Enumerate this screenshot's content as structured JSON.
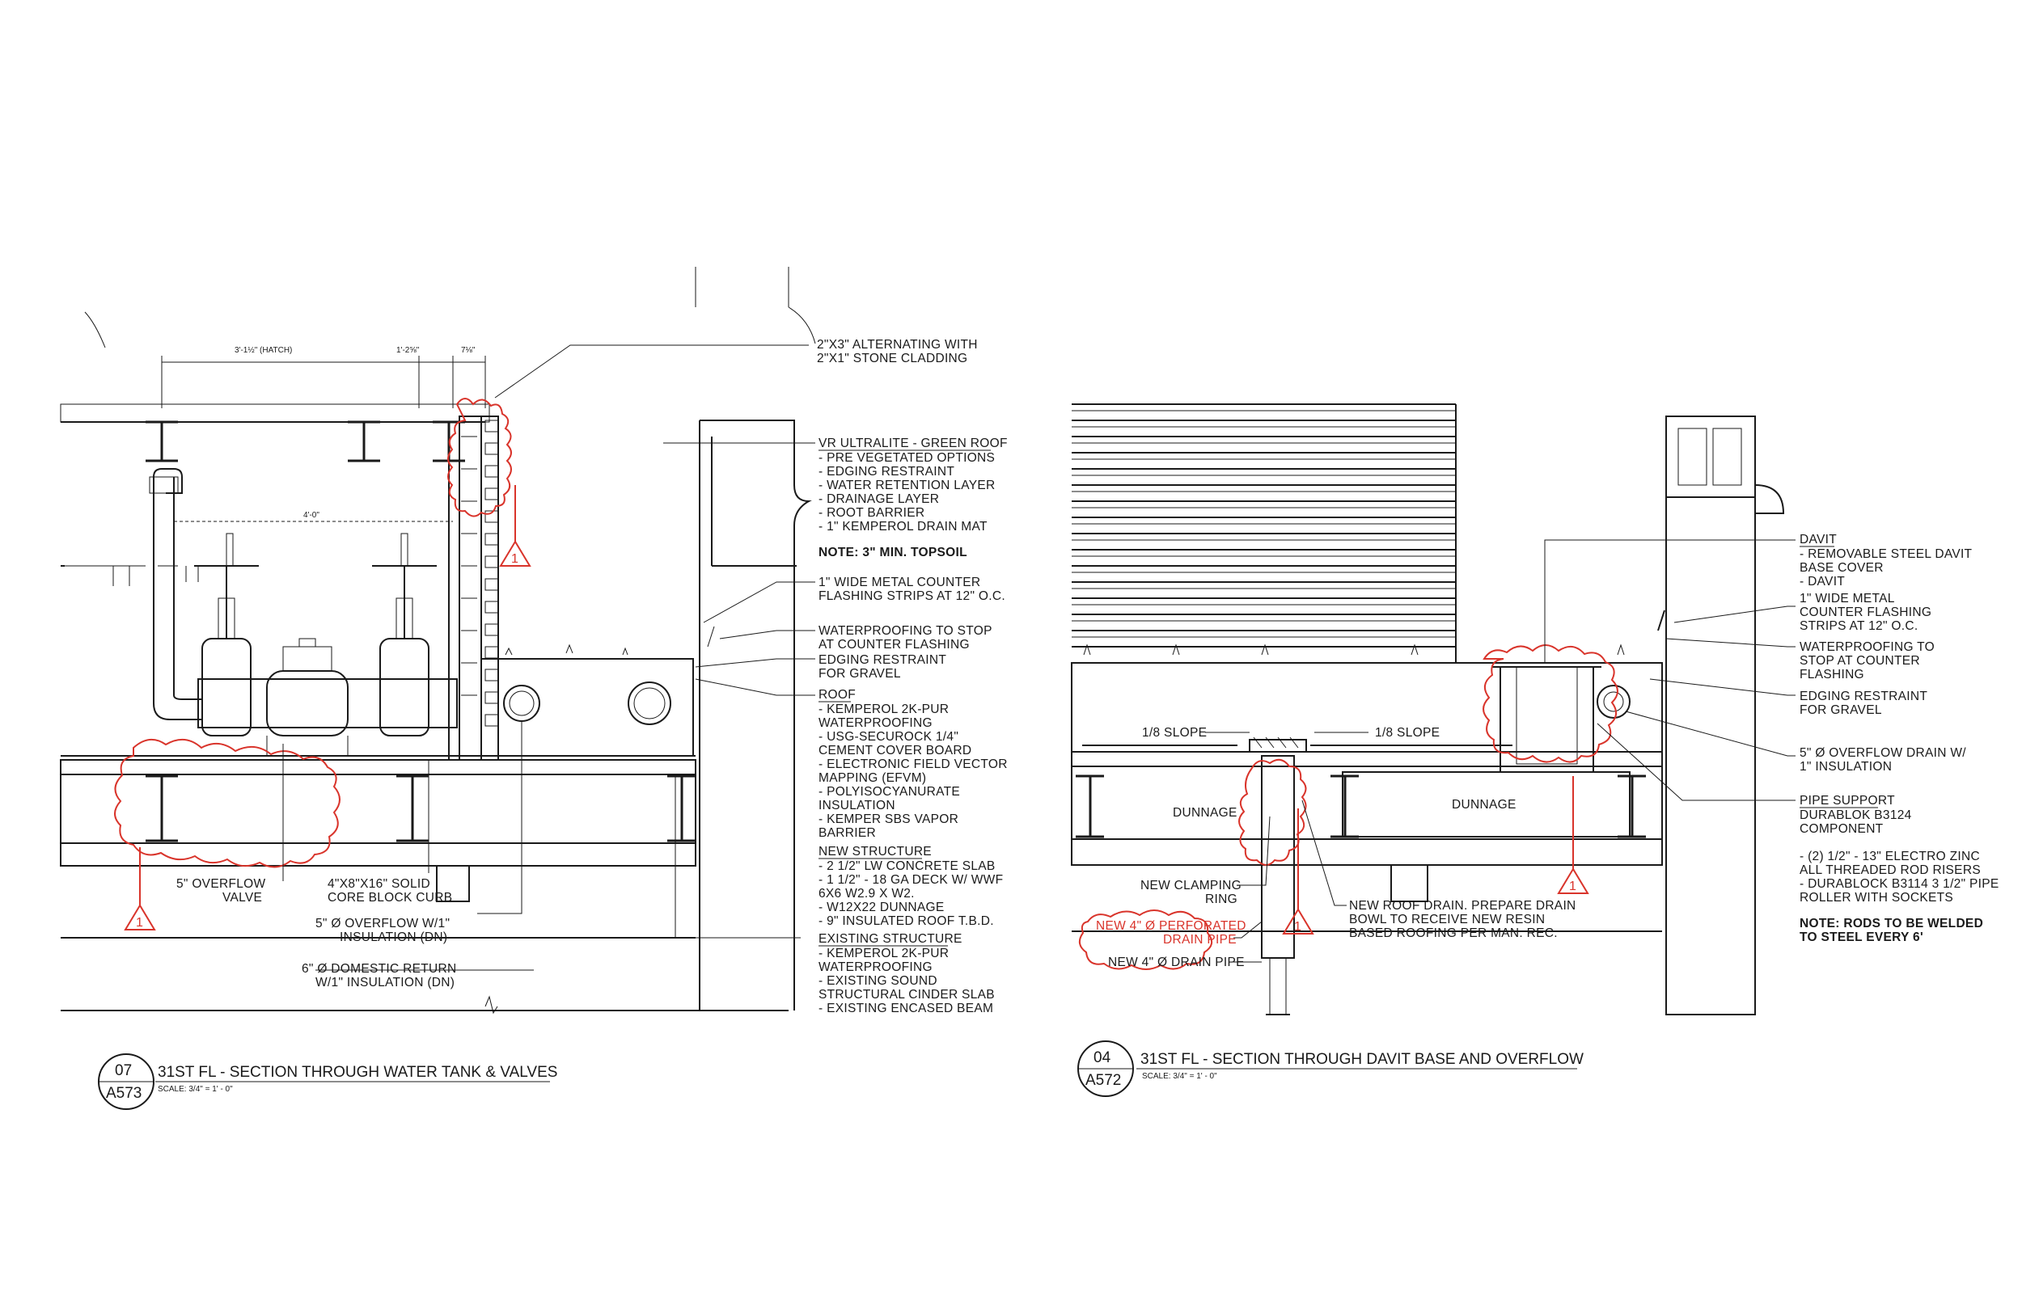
{
  "detail_07": {
    "tag_number": "07",
    "tag_sheet": "A573",
    "title": "31ST FL - SECTION THROUGH WATER TANK & VALVES",
    "scale": "SCALE:  3/4\" = 1' - 0\"",
    "dims": {
      "d1": "3'-1½\" (HATCH)",
      "d2": "1'-2⅝\"",
      "d3": "7⅛\"",
      "d4": "4'-0\""
    },
    "rev_marker": "1",
    "notes": {
      "cladding": [
        "2\"X3\" ALTERNATING WITH",
        "2\"X1\" STONE CLADDING"
      ],
      "green_roof_head": "VR ULTRALITE - GREEN ROOF",
      "green_roof_items": [
        "- PRE VEGETATED OPTIONS",
        "- EDGING RESTRAINT",
        "- WATER RETENTION LAYER",
        "- DRAINAGE LAYER",
        "- ROOT BARRIER",
        "- 1\" KEMPEROL DRAIN MAT"
      ],
      "topsoil": "NOTE: 3\" MIN. TOPSOIL",
      "counter_flashing": [
        "1\" WIDE METAL COUNTER",
        "FLASHING STRIPS AT 12\" O.C."
      ],
      "waterproofing": [
        "WATERPROOFING TO STOP",
        "AT COUNTER FLASHING"
      ],
      "edging": [
        "EDGING RESTRAINT",
        "FOR GRAVEL"
      ],
      "roof_head": "ROOF",
      "roof_items": [
        "- KEMPEROL 2K-PUR",
        "WATERPROOFING",
        "- USG-SECUROCK 1/4\"",
        "CEMENT COVER BOARD",
        "- ELECTRONIC FIELD VECTOR",
        "MAPPING (EFVM)",
        "- POLYISOCYANURATE",
        "INSULATION",
        "- KEMPER SBS VAPOR",
        "BARRIER"
      ],
      "new_structure_head": "NEW STRUCTURE",
      "new_structure_items": [
        "- 2 1/2\" LW CONCRETE SLAB",
        "- 1 1/2\" - 18 GA DECK W/ WWF",
        "6X6 W2.9 X W2.",
        "- W12X22 DUNNAGE",
        "- 9\" INSULATED ROOF T.B.D."
      ],
      "existing_head": "EXISTING STRUCTURE",
      "existing_items": [
        "- KEMPEROL 2K-PUR",
        "WATERPROOFING",
        "- EXISTING SOUND",
        "STRUCTURAL CINDER SLAB",
        "- EXISTING ENCASED BEAM"
      ],
      "overflow_valve": [
        "5\" OVERFLOW",
        "VALVE"
      ],
      "block_curb": [
        "4\"X8\"X16\" SOLID",
        "CORE BLOCK CURB"
      ],
      "overflow_ins": [
        "5\" Ø OVERFLOW W/1\"",
        "INSULATION (DN)"
      ],
      "domestic_return": [
        "6\" Ø DOMESTIC RETURN",
        "W/1\" INSULATION (DN)"
      ]
    }
  },
  "detail_04": {
    "tag_number": "04",
    "tag_sheet": "A572",
    "title": "31ST FL - SECTION THROUGH DAVIT BASE AND OVERFLOW",
    "scale": "SCALE:  3/4\" = 1' - 0\"",
    "rev_marker": "1",
    "slope_left": "1/8 SLOPE",
    "slope_right": "1/8 SLOPE",
    "dunnage": "DUNNAGE",
    "notes": {
      "davit_head": "DAVIT",
      "davit_items": [
        "- REMOVABLE STEEL DAVIT",
        "BASE COVER",
        "- DAVIT"
      ],
      "counter_flashing": [
        "1\" WIDE METAL",
        "COUNTER FLASHING",
        "STRIPS AT 12\" O.C."
      ],
      "waterproofing": [
        "WATERPROOFING TO",
        "STOP AT COUNTER",
        "FLASHING"
      ],
      "edging": [
        "EDGING RESTRAINT",
        "FOR GRAVEL"
      ],
      "overflow": [
        "5\" Ø OVERFLOW DRAIN W/",
        "1\" INSULATION"
      ],
      "pipe_support_head": "PIPE SUPPORT",
      "pipe_support_items": [
        "DURABLOK B3124",
        "COMPONENT"
      ],
      "rods": [
        "- (2) 1/2\" - 13\" ELECTRO ZINC",
        "ALL THREADED ROD RISERS",
        "- DURABLOCK B3114 3 1/2\" PIPE",
        "ROLLER WITH SOCKETS"
      ],
      "rods_note": [
        "NOTE: RODS TO BE  WELDED",
        "TO STEEL EVERY 6'"
      ],
      "clamping_ring": [
        "NEW CLAMPING",
        "RING"
      ],
      "perforated": [
        "NEW 4\" Ø PERFORATED",
        "DRAIN PIPE"
      ],
      "drain_pipe": "NEW 4\" Ø DRAIN PIPE",
      "roof_drain": [
        "NEW ROOF DRAIN. PREPARE DRAIN",
        "BOWL TO RECEIVE NEW RESIN",
        "BASED ROOFING PER MAN. REC."
      ]
    }
  },
  "colors": {
    "ink": "#1a1a1a",
    "revision_cloud": "#d9342b"
  }
}
